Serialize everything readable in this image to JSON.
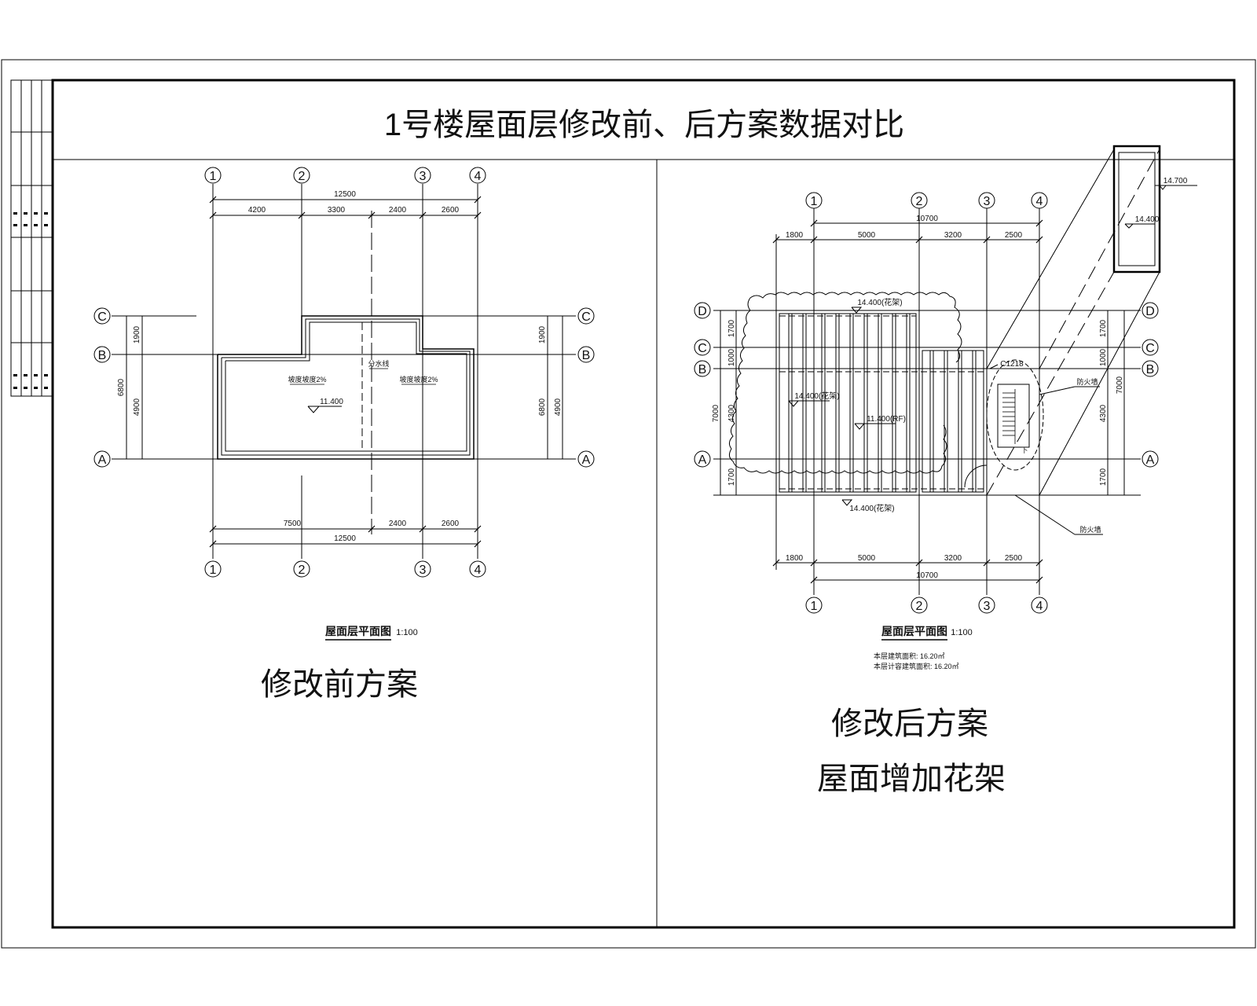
{
  "title": "1号楼屋面层修改前、后方案数据对比",
  "grid_labels": {
    "g1": "1",
    "g2": "2",
    "g3": "3",
    "g4": "4",
    "gA": "A",
    "gB": "B",
    "gC": "C",
    "gD": "D"
  },
  "left": {
    "dims_top": {
      "total": "12500",
      "d1": "4200",
      "d2": "3300",
      "d3": "2400",
      "d4": "2600"
    },
    "dims_bottom": {
      "total": "12500",
      "d1": "7500",
      "d2": "2400",
      "d3": "2600"
    },
    "dims_side": {
      "total": "6800",
      "upper": "1900",
      "lower": "4900"
    },
    "slope_left": "坡度坡度2%",
    "slope_right": "坡度坡度2%",
    "ridge_note": "分水线",
    "elevation": "11.400",
    "caption": "屋面层平面图",
    "scale": "1:100",
    "scheme": "修改前方案"
  },
  "right": {
    "dims_top": {
      "total": "10700",
      "d1": "1800",
      "d2": "5000",
      "d3": "3200",
      "d4": "2500"
    },
    "dims_bottom": {
      "total": "10700",
      "d1": "1800",
      "d2": "5000",
      "d3": "3200",
      "d4": "2500"
    },
    "dims_side": {
      "total": "7000",
      "top": "1700",
      "mid": "1000",
      "main": "4300",
      "bottom": "1700"
    },
    "elev_top": "14.400(花架)",
    "elev_left": "14.400(花架)",
    "elev_center": "11.400(RF)",
    "elev_bottom": "14.400(花架)",
    "detail_elev_top": "14.700",
    "detail_elev": "14.400",
    "window_tag": "C1218",
    "firewall_1": "防火墙",
    "firewall_2": "防火墙",
    "stair_down": "下",
    "caption": "屋面层平面图",
    "scale": "1:100",
    "note_1": "本层建筑面积: 16.20㎡",
    "note_2": "本层计容建筑面积: 16.20㎡",
    "scheme_1": "修改后方案",
    "scheme_2": "屋面增加花架"
  }
}
